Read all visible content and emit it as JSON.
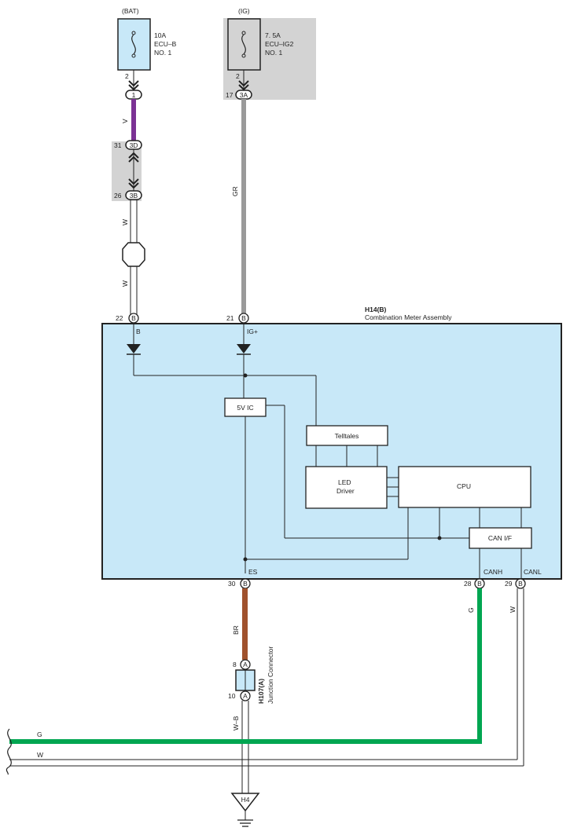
{
  "colors": {
    "module_fill": "#c8e8f8",
    "gray_band": "#d3d3d3",
    "wire_violet": "#7b3294",
    "wire_gray": "#9a9a9a",
    "wire_brown": "#a0522d",
    "wire_green": "#00a651",
    "wire_white": "#ffffff"
  },
  "fuse_bat": {
    "supply": "(BAT)",
    "rating": "10A",
    "name1": "ECU–B",
    "name2": "NO. 1",
    "pin": "2",
    "conn_pin": "1"
  },
  "fuse_ig": {
    "supply": "(IG)",
    "rating": "7. 5A",
    "name1": "ECU–IG2",
    "name2": "NO. 1",
    "pin": "2",
    "conn_pin_num": "17",
    "conn_id": "3A"
  },
  "junction_3d": {
    "pin": "31",
    "id": "3D"
  },
  "junction_3b": {
    "pin": "26",
    "id": "3B"
  },
  "wire_labels": {
    "v": "V",
    "gr": "GR",
    "w_top": "W",
    "w_mid": "W",
    "br": "BR",
    "g_right": "G",
    "w_right": "W",
    "wb": "W–B",
    "g_bottom": "G",
    "w_bottom": "W"
  },
  "meter": {
    "connector": "H14(B)",
    "name": "Combination Meter Assembly",
    "pin_b_num": "22",
    "pin_b_id": "B",
    "pin_b_label": "B",
    "pin_ig_num": "21",
    "pin_ig_id": "B",
    "pin_ig_label": "IG+",
    "pin_es_num": "30",
    "pin_es_id": "B",
    "pin_es_label": "ES",
    "pin_canh_num": "28",
    "pin_canh_id": "B",
    "pin_canh_label": "CANH",
    "pin_canl_num": "29",
    "pin_canl_id": "B",
    "pin_canl_label": "CANL",
    "blocks": {
      "vic": "5V IC",
      "telltales": "Telltales",
      "led1": "LED",
      "led2": "Driver",
      "cpu": "CPU",
      "canif": "CAN I/F"
    }
  },
  "junction_connector": {
    "id": "H107(A)",
    "name": "Junction Connector",
    "top_pin": "8",
    "top_id": "A",
    "bottom_pin": "10",
    "bottom_id": "A"
  },
  "ground": {
    "id": "H4"
  }
}
